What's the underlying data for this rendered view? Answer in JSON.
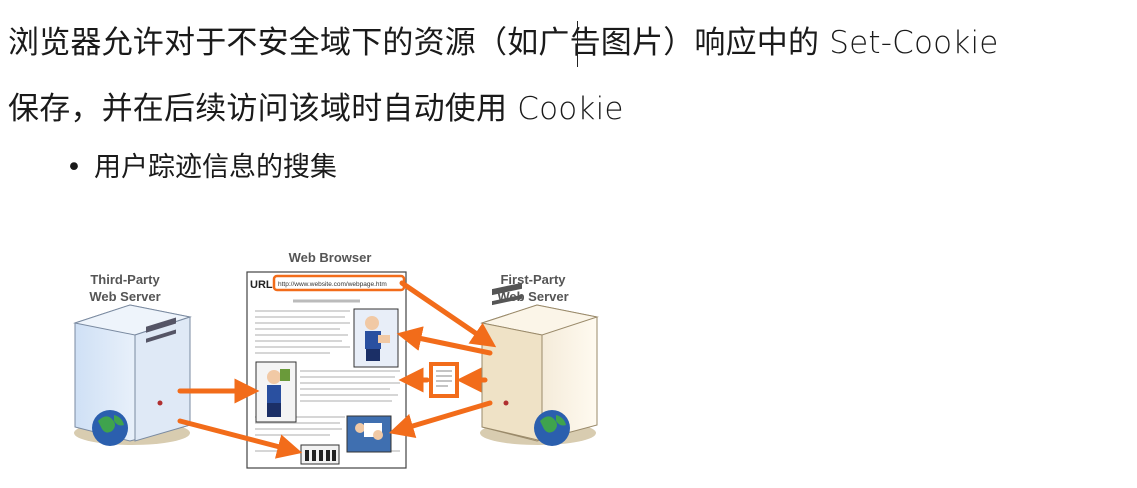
{
  "text": {
    "line1": "浏览器允许对于不安全域下的资源（如广告图片）响应中的 Set-Cookie",
    "line2": "保存，并在后续访问该域时自动使用 Cookie",
    "bullet_marker": "•",
    "bullet": "用户踪迹信息的搜集"
  },
  "diagram": {
    "browser_title": "Web Browser",
    "third_party_line1": "Third-Party",
    "third_party_line2": "Web Server",
    "first_party_line1": "First-Party",
    "first_party_line2": "Web Server",
    "url_label": "URL",
    "url_value": "http://www.website.com/webpage.htm",
    "arrow_color": "#f26c1a"
  }
}
